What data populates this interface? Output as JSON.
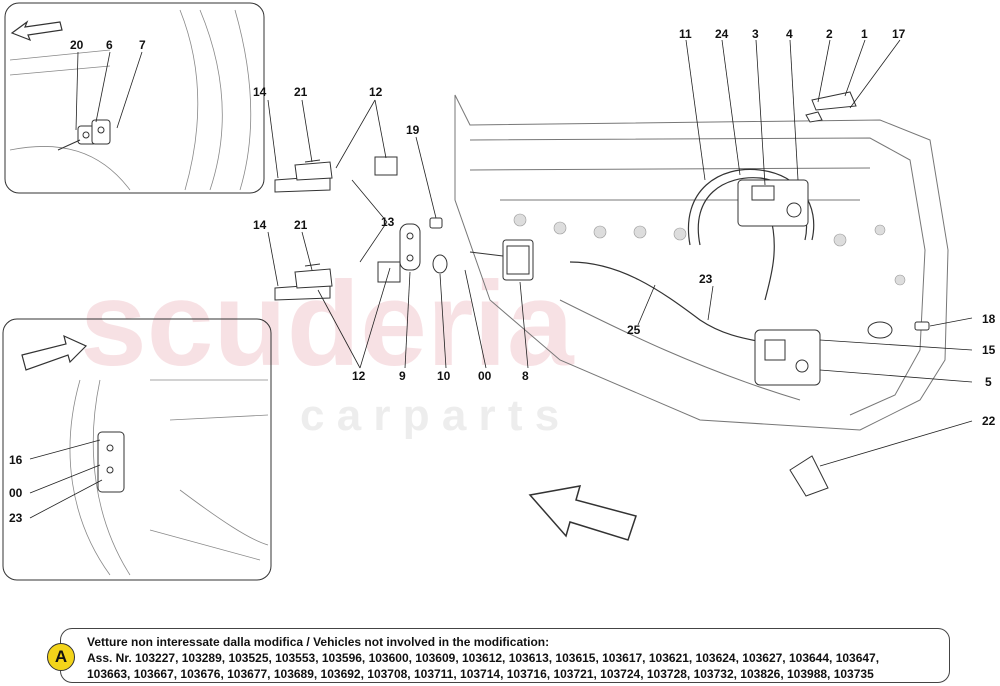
{
  "watermark": {
    "main": "scuderia",
    "sub": "c a r   p a r t s"
  },
  "callouts": {
    "c20": "20",
    "c6": "6",
    "c7": "7",
    "c14a": "14",
    "c21a": "21",
    "c12a": "12",
    "c13": "13",
    "c14b": "14",
    "c21b": "21",
    "c12b": "12",
    "c19": "19",
    "c9": "9",
    "c10": "10",
    "c00a": "00",
    "c8": "8",
    "c11": "11",
    "c24": "24",
    "c3": "3",
    "c4": "4",
    "c2": "2",
    "c1": "1",
    "c17": "17",
    "c23a": "23",
    "c25": "25",
    "c18": "18",
    "c15": "15",
    "c5": "5",
    "c22": "22",
    "c16": "16",
    "c00b": "00",
    "c23b": "23"
  },
  "note": {
    "badge": "A",
    "line1": "Vetture non interessate dalla modifica / Vehicles not involved in the modification:",
    "line2": "Ass. Nr. 103227, 103289, 103525, 103553, 103596, 103600, 103609, 103612, 103613, 103615, 103617, 103621, 103624, 103627, 103644, 103647,",
    "line3": "103663, 103667, 103676, 103677, 103689, 103692, 103708, 103711, 103714, 103716, 103721, 103724, 103728, 103732, 103826, 103988, 103735"
  },
  "icons": [
    "arrow-icon",
    "door-panel",
    "hinge",
    "lock-mechanism",
    "cable",
    "bolt"
  ]
}
